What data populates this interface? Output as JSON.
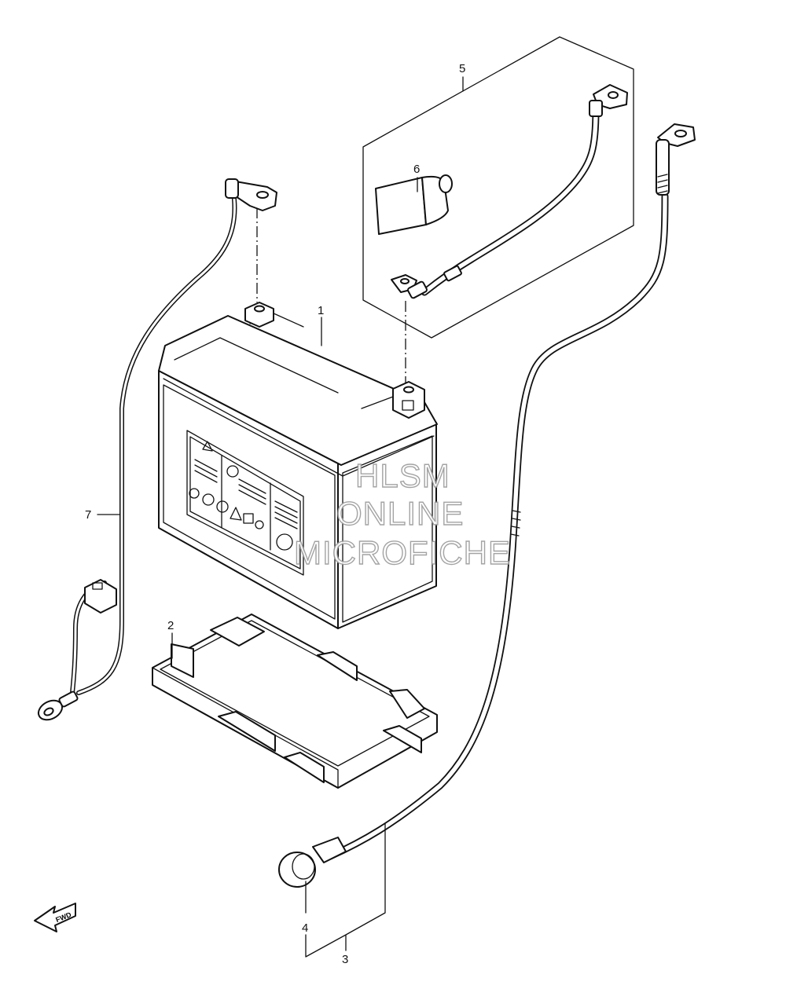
{
  "callouts": {
    "battery": "1",
    "battery_tray": "2",
    "negative_cable_assy": "3",
    "terminal_cover": "4",
    "positive_cable_set": "5",
    "positive_terminal_cap": "6",
    "ground_lead_wire": "7"
  },
  "watermark": {
    "line1": "HLSM",
    "line2": "ONLINE",
    "line3": "MICROFICHE"
  },
  "fwd_label": "FWD"
}
